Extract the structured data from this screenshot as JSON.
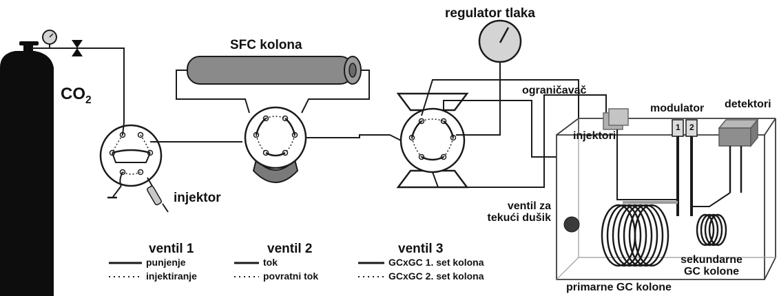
{
  "labels": {
    "co2_main": "CO",
    "co2_sub": "2",
    "sfc_column": "SFC kolona",
    "pressure_regulator": "regulator tlaka",
    "injector": "injektor",
    "restrictor": "ograničavač",
    "modulator": "modulator",
    "detectors": "detektori",
    "injectors": "injektori",
    "liquid_nitrogen_valve_line1": "ventil za",
    "liquid_nitrogen_valve_line2": "tekući dušik",
    "secondary_columns_line1": "sekundarne",
    "secondary_columns_line2": "GC kolone",
    "primary_columns": "primarne GC kolone",
    "modulator_port_1": "1",
    "modulator_port_2": "2"
  },
  "legend": [
    {
      "title": "ventil 1",
      "solid": "punjenje",
      "dotted": "injektiranje"
    },
    {
      "title": "ventil 2",
      "solid": "tok",
      "dotted": "povratni tok"
    },
    {
      "title": "ventil 3",
      "solid": "GCxGC 1. set kolona",
      "dotted": "GCxGC 2. set kolona"
    }
  ],
  "colors": {
    "line": "#1a1a1a",
    "column_fill": "#8a8a8a",
    "gauge_fill": "#d4d4d4",
    "detector_fill": "#9a9a9a",
    "oven_border": "#3a3a3a"
  }
}
